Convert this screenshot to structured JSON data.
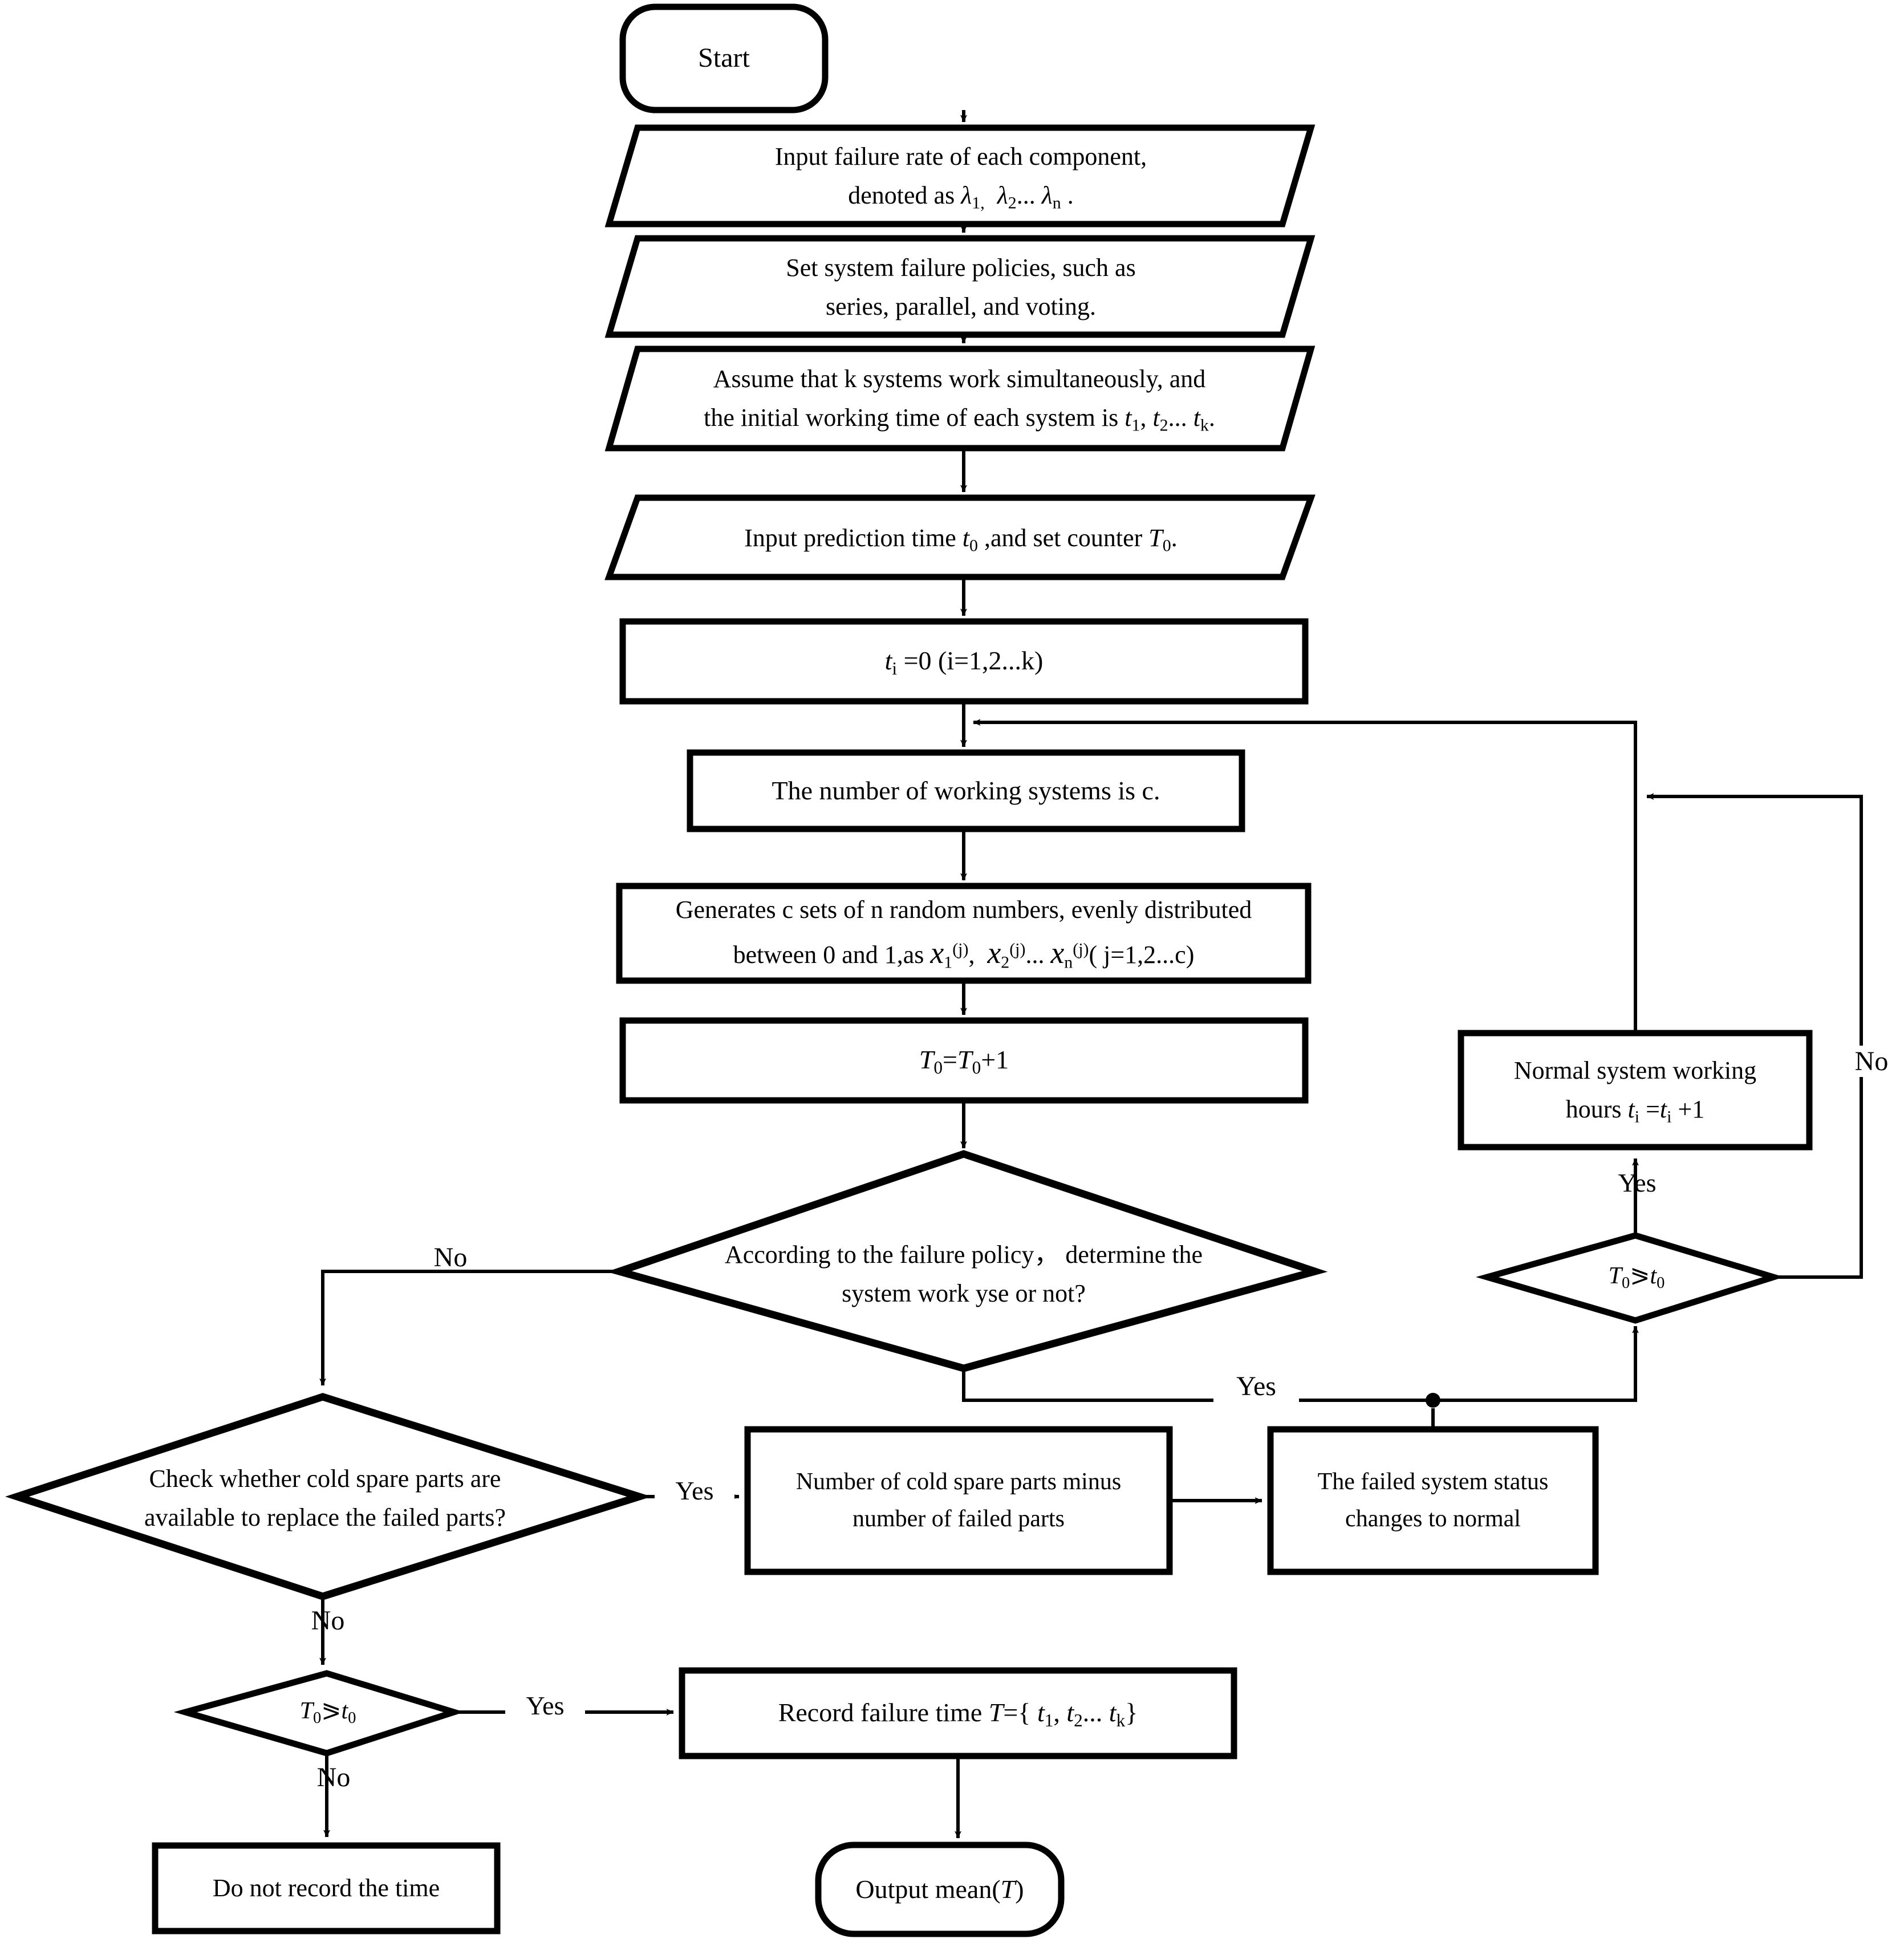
{
  "diagram": {
    "title": "Monte Carlo system reliability simulation flowchart",
    "colors": {
      "stroke": "#000000",
      "fill": "#ffffff",
      "text": "#000000"
    },
    "nodes": {
      "start": {
        "shape": "terminator",
        "label": "Start"
      },
      "input_failure_rate": {
        "shape": "parallelogram",
        "line1": "Input failure rate of each component,",
        "line2_pre": "denoted as ",
        "line2_sym": "λ1,  λ2... λn ."
      },
      "set_policies": {
        "shape": "parallelogram",
        "line1": "Set system failure policies, such as",
        "line2": "series, parallel, and voting."
      },
      "assume_k_systems": {
        "shape": "parallelogram",
        "line1": "Assume that k systems work simultaneously, and",
        "line2": "the initial working time of each system is t1, t2... tk."
      },
      "input_prediction_time": {
        "shape": "parallelogram",
        "line1": "Input prediction time t0 ,and set counter T0."
      },
      "init_ti": {
        "shape": "process",
        "label": "ti =0 (i=1,2...k)"
      },
      "working_count": {
        "shape": "process",
        "label": "The number of working systems is c."
      },
      "generate_randoms": {
        "shape": "process",
        "line1": "Generates c sets of n random numbers, evenly distributed",
        "line2": "between 0 and 1,as x1(j),  x2(j)... xn(j)( j=1,2...c)"
      },
      "increment_counter": {
        "shape": "process",
        "label": "T0=T0+1"
      },
      "failure_policy_decision": {
        "shape": "decision",
        "line1": "According to the failure policy， determine the",
        "line2": "system work yse or not?"
      },
      "normal_working_hours": {
        "shape": "process",
        "line1": "Normal system working",
        "line2": "hours ti =ti +1"
      },
      "counter_check_right": {
        "shape": "decision",
        "label": "T0⩾t0"
      },
      "cold_spare_check": {
        "shape": "decision",
        "line1": "Check whether cold spare parts are",
        "line2": "available to replace the failed parts?"
      },
      "subtract_spares": {
        "shape": "process",
        "line1": "Number of cold spare parts minus",
        "line2": "number of failed parts"
      },
      "status_to_normal": {
        "shape": "process",
        "line1": "The failed system status",
        "line2": "changes to normal"
      },
      "counter_check_bottom": {
        "shape": "decision",
        "label": "T0⩾t0"
      },
      "record_failure_time": {
        "shape": "process",
        "label": "Record failure time T={ t1, t2... tk}"
      },
      "do_not_record": {
        "shape": "process",
        "label": "Do not record the time"
      },
      "output_mean": {
        "shape": "terminator",
        "label": "Output mean(T)"
      }
    },
    "edge_labels": {
      "policy_no": "No",
      "policy_yes": "Yes",
      "counter_right_yes": "Yes",
      "counter_right_no": "No",
      "cold_spare_yes": "Yes",
      "cold_spare_no": "No",
      "counter_bottom_yes": "Yes",
      "counter_bottom_no": "No"
    }
  }
}
